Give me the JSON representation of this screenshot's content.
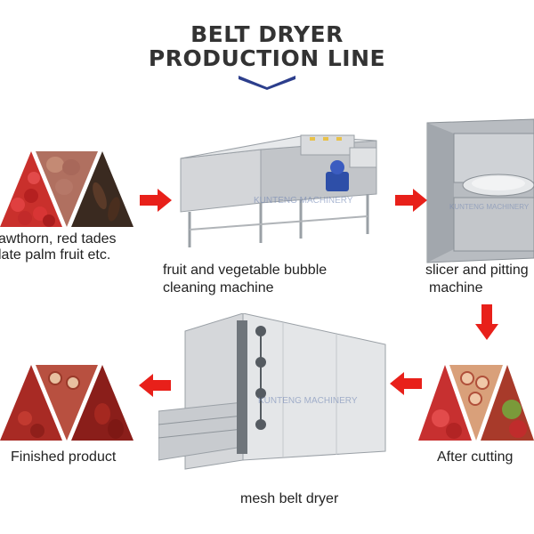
{
  "title_line1": "BELT DRYER",
  "title_line2": "PRODUCTION LINE",
  "labels": {
    "raw_line1": "awthorn,   red tades",
    "raw_line2": "late palm fruit etc.",
    "bubble_line1": "fruit and vegetable bubble",
    "bubble_line2": "cleaning machine",
    "slicer_line1": "slicer and pitting",
    "slicer_line2": "machine",
    "finished": "Finished product",
    "cutting": "After cutting",
    "dryer": "mesh belt dryer"
  },
  "watermark": "KUNTENG MACHINERY",
  "colors": {
    "arrow": "#e8201a",
    "chevron": "#2c3e8c",
    "title": "#333333",
    "steel": "#c9ccd0",
    "motor_blue": "#2e4fa8"
  },
  "icons": [
    "chevron-down-icon",
    "arrow-right-icon",
    "arrow-down-icon",
    "arrow-left-icon"
  ]
}
